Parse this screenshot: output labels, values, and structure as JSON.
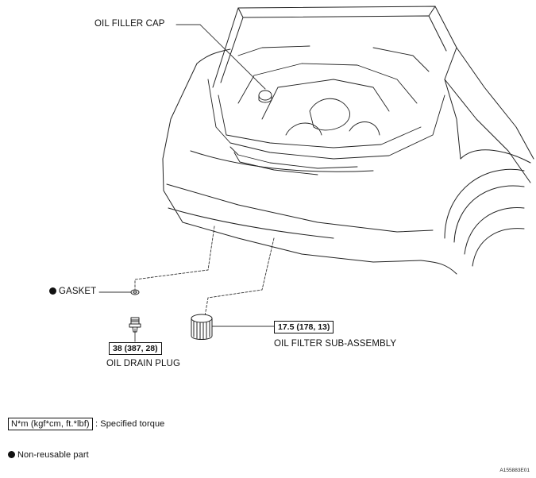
{
  "labels": {
    "oil_filler_cap": "OIL FILLER CAP",
    "gasket": "GASKET",
    "oil_drain_plug": "OIL DRAIN PLUG",
    "oil_filter": "OIL FILTER SUB-ASSEMBLY"
  },
  "torque": {
    "drain_plug": "38 (387, 28)",
    "oil_filter": "17.5 (178, 13)"
  },
  "legend": {
    "torque_units": "N*m (kgf*cm, ft.*lbf)",
    "torque_desc": ": Specified torque",
    "non_reusable": "Non-reusable part"
  },
  "figure_id": "A155883E01"
}
